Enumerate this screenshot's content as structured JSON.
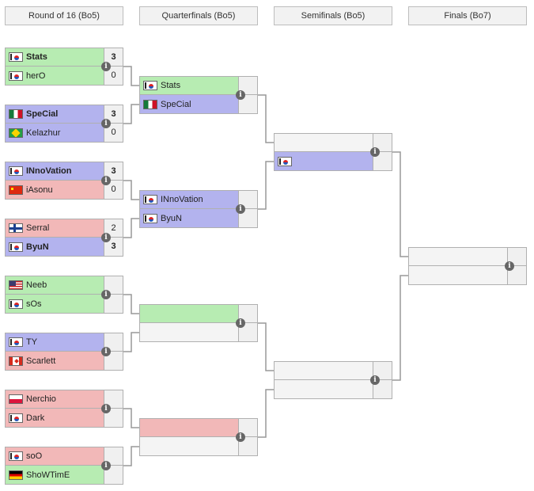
{
  "headers": [
    "Round of 16 (Bo5)",
    "Quarterfinals (Bo5)",
    "Semifinals (Bo5)",
    "Finals (Bo7)"
  ],
  "ro16": [
    {
      "p1": {
        "name": "Stats",
        "flag": "kr",
        "color": "green",
        "score": "3",
        "win": true
      },
      "p2": {
        "name": "herO",
        "flag": "kr",
        "color": "green",
        "score": "0",
        "win": false
      }
    },
    {
      "p1": {
        "name": "SpeCial",
        "flag": "mx",
        "color": "blue",
        "score": "3",
        "win": true
      },
      "p2": {
        "name": "Kelazhur",
        "flag": "br",
        "color": "blue",
        "score": "0",
        "win": false
      }
    },
    {
      "p1": {
        "name": "INnoVation",
        "flag": "kr",
        "color": "blue",
        "score": "3",
        "win": true
      },
      "p2": {
        "name": "iAsonu",
        "flag": "cn",
        "color": "red",
        "score": "0",
        "win": false
      }
    },
    {
      "p1": {
        "name": "Serral",
        "flag": "fi",
        "color": "red",
        "score": "2",
        "win": false
      },
      "p2": {
        "name": "ByuN",
        "flag": "kr",
        "color": "blue",
        "score": "3",
        "win": true
      }
    },
    {
      "p1": {
        "name": "Neeb",
        "flag": "us",
        "color": "green",
        "score": "",
        "win": false
      },
      "p2": {
        "name": "sOs",
        "flag": "kr",
        "color": "green",
        "score": "",
        "win": false
      }
    },
    {
      "p1": {
        "name": "TY",
        "flag": "kr",
        "color": "blue",
        "score": "",
        "win": false
      },
      "p2": {
        "name": "Scarlett",
        "flag": "ca",
        "color": "red",
        "score": "",
        "win": false
      }
    },
    {
      "p1": {
        "name": "Nerchio",
        "flag": "pl",
        "color": "red",
        "score": "",
        "win": false
      },
      "p2": {
        "name": "Dark",
        "flag": "kr",
        "color": "red",
        "score": "",
        "win": false
      }
    },
    {
      "p1": {
        "name": "soO",
        "flag": "kr",
        "color": "red",
        "score": "",
        "win": false
      },
      "p2": {
        "name": "ShoWTimE",
        "flag": "de",
        "color": "green",
        "score": "",
        "win": false
      }
    }
  ],
  "qf": [
    {
      "p1": {
        "name": "Stats",
        "flag": "kr",
        "color": "green",
        "score": ""
      },
      "p2": {
        "name": "SpeCial",
        "flag": "mx",
        "color": "blue",
        "score": ""
      }
    },
    {
      "p1": {
        "name": "INnoVation",
        "flag": "kr",
        "color": "blue",
        "score": ""
      },
      "p2": {
        "name": "ByuN",
        "flag": "kr",
        "color": "blue",
        "score": ""
      }
    },
    {
      "p1": {
        "name": "",
        "flag": "",
        "color": "green",
        "score": ""
      },
      "p2": {
        "name": "",
        "flag": "",
        "color": "",
        "score": ""
      }
    },
    {
      "p1": {
        "name": "",
        "flag": "",
        "color": "red",
        "score": ""
      },
      "p2": {
        "name": "",
        "flag": "",
        "color": "",
        "score": ""
      }
    }
  ],
  "sf": [
    {
      "p1": {
        "name": "",
        "flag": "",
        "color": "",
        "score": ""
      },
      "p2": {
        "name": "",
        "flag": "kr",
        "color": "blue",
        "score": ""
      }
    },
    {
      "p1": {
        "name": "",
        "flag": "",
        "color": "",
        "score": ""
      },
      "p2": {
        "name": "",
        "flag": "",
        "color": "",
        "score": ""
      }
    }
  ],
  "final": [
    {
      "p1": {
        "name": "",
        "flag": "",
        "color": "",
        "score": ""
      },
      "p2": {
        "name": "",
        "flag": "",
        "color": "",
        "score": ""
      }
    }
  ],
  "info_icon_glyph": "i",
  "colors": {
    "green": "#b7ecb2",
    "blue": "#b3b3ee",
    "red": "#f2b8b8",
    "line": "#999999"
  }
}
